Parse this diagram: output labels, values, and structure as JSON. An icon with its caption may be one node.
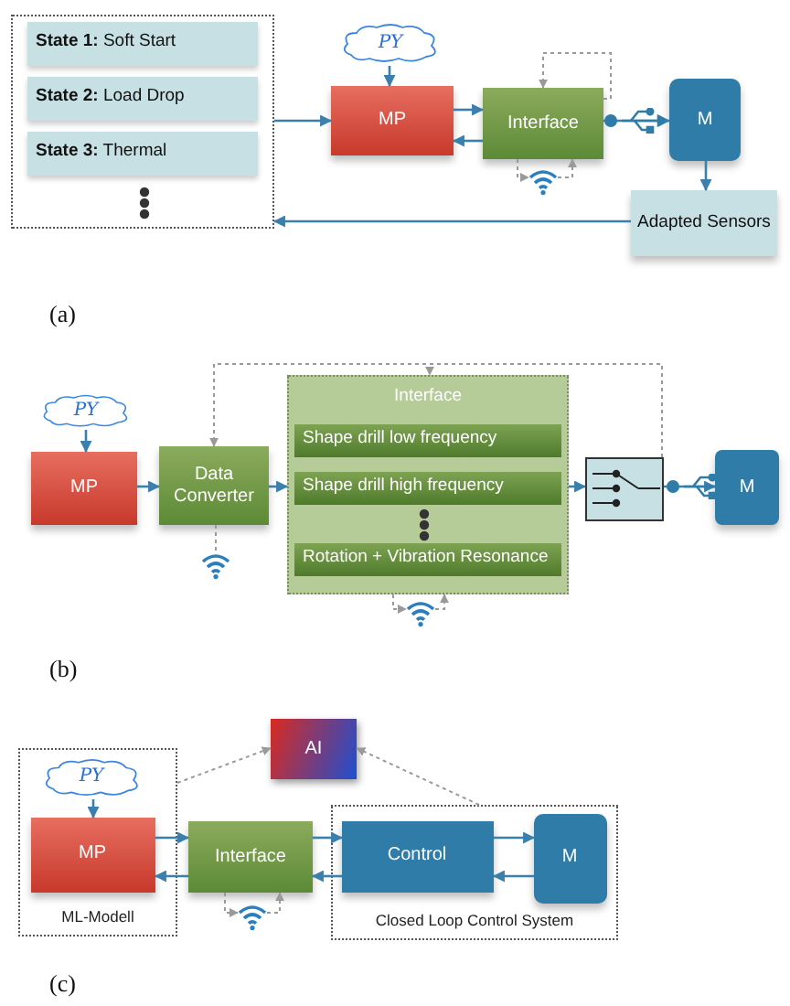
{
  "diagram": {
    "nodes": [
      {
        "text": [],
        "shape": "box"
      },
      {
        "text": [
          "**State 1:** Soft Start"
        ],
        "in": 0
      },
      {
        "text": [
          "**State 2:** Load Drop"
        ],
        "in": 0
      },
      {
        "text": [
          "**State 3:** Thermal"
        ],
        "in": 0
      },
      {
        "text": [
          "PY"
        ]
      },
      {
        "text": [
          "MP"
        ]
      },
      {
        "text": [
          "Interface"
        ]
      },
      {
        "text": [
          "M"
        ]
      },
      {
        "text": [
          "Adapted Sensors"
        ]
      },
      {
        "text": [],
        "shape": "wifi"
      },
      {
        "text": [
          "PY"
        ]
      },
      {
        "text": [
          "MP"
        ]
      },
      {
        "text": [
          "Data Converter"
        ]
      },
      {
        "text": [
          "Interface"
        ]
      },
      {
        "text": [
          "Shape drill low frequency"
        ],
        "in": 13
      },
      {
        "text": [
          "Shape drill high frequency"
        ],
        "in": 13
      },
      {
        "text": [
          "Rotation + Vibration Resonance"
        ],
        "in": 13
      },
      {
        "text": [],
        "shape": "switch"
      },
      {
        "text": [
          "M"
        ]
      },
      {
        "text": [],
        "shape": "wifi"
      },
      {
        "text": [],
        "shape": "wifi"
      },
      {
        "text": [
          "ML-Modell"
        ]
      },
      {
        "text": [
          "PY"
        ],
        "in": 21
      },
      {
        "text": [
          "MP"
        ],
        "in": 21
      },
      {
        "text": [
          "AI"
        ]
      },
      {
        "text": [
          "Interface"
        ]
      },
      {
        "text": [
          "Closed Loop Control System"
        ]
      },
      {
        "text": [
          "Control"
        ],
        "in": 26
      },
      {
        "text": [
          "M"
        ],
        "in": 26
      },
      {
        "text": [],
        "shape": "wifi"
      }
    ],
    "edges": [
      {
        "from": 0,
        "to": 5,
        "arrow": "to"
      },
      {
        "from": 5,
        "to": 6,
        "arrow": "to"
      },
      {
        "from": 6,
        "to": 5,
        "arrow": "to"
      },
      {
        "from": 6,
        "to": 6,
        "arrow": "to",
        "style": "dashed",
        "color": "#9a9a9a"
      },
      {
        "from": 6,
        "to": 7,
        "arrow": "to"
      },
      {
        "from": 7,
        "to": 8,
        "arrow": "to"
      },
      {
        "from": 8,
        "to": 0,
        "arrow": "to"
      },
      {
        "from": 6,
        "to": 9,
        "arrow": "to",
        "style": "dashed",
        "color": "#9a9a9a"
      },
      {
        "from": 9,
        "to": 6,
        "arrow": "to",
        "style": "dashed",
        "color": "#9a9a9a"
      },
      {
        "from": 10,
        "to": 11,
        "arrow": "to"
      },
      {
        "from": 11,
        "to": 12,
        "arrow": "to"
      },
      {
        "from": 12,
        "to": 13,
        "arrow": "to"
      },
      {
        "from": 13,
        "to": 17,
        "arrow": "to"
      },
      {
        "from": 17,
        "to": 18,
        "arrow": "to"
      },
      {
        "from": 17,
        "to": 12,
        "arrow": "to",
        "style": "dashed",
        "color": "#9a9a9a"
      },
      {
        "from": 17,
        "to": 13,
        "arrow": "to",
        "style": "dashed",
        "color": "#9a9a9a"
      },
      {
        "from": 12,
        "to": 19,
        "arrow": "none",
        "style": "dashed",
        "color": "#9a9a9a"
      },
      {
        "from": 13,
        "to": 20,
        "arrow": "to",
        "style": "dashed",
        "color": "#9a9a9a"
      },
      {
        "from": 20,
        "to": 13,
        "arrow": "to",
        "style": "dashed",
        "color": "#9a9a9a"
      },
      {
        "from": 22,
        "to": 23,
        "arrow": "to"
      },
      {
        "from": 23,
        "to": 25,
        "arrow": "to"
      },
      {
        "from": 25,
        "to": 23,
        "arrow": "to"
      },
      {
        "from": 25,
        "to": 27,
        "arrow": "to"
      },
      {
        "from": 27,
        "to": 25,
        "arrow": "to"
      },
      {
        "from": 27,
        "to": 28,
        "arrow": "to"
      },
      {
        "from": 28,
        "to": 27,
        "arrow": "to"
      },
      {
        "from": 21,
        "to": 24,
        "arrow": "to",
        "style": "dashed",
        "color": "#9a9a9a"
      },
      {
        "from": 26,
        "to": 24,
        "arrow": "to",
        "style": "dashed",
        "color": "#9a9a9a"
      },
      {
        "from": 25,
        "to": 29,
        "arrow": "to",
        "style": "dashed",
        "color": "#9a9a9a"
      },
      {
        "from": 29,
        "to": 25,
        "arrow": "to",
        "style": "dashed",
        "color": "#9a9a9a"
      },
      {
        "from": 4,
        "to": 5,
        "arrow": "to"
      }
    ],
    "labels": [
      "(a)",
      "(b)",
      "(c)"
    ]
  }
}
